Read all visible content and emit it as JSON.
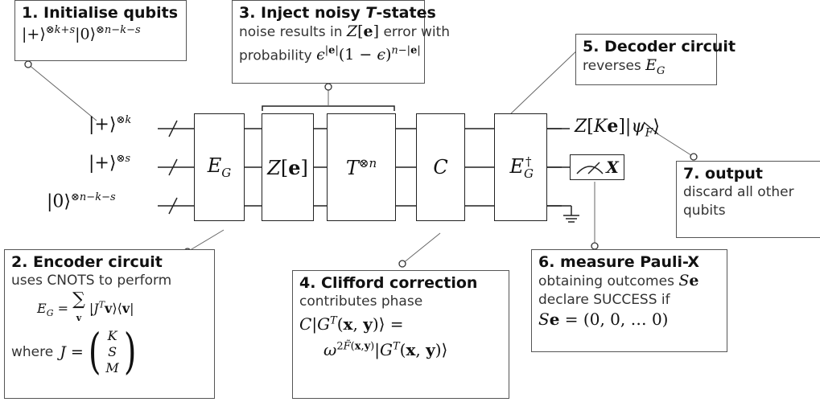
{
  "steps": {
    "s1": {
      "title": "1. Initialise qubits",
      "formula": "|+⟩⊗k+s|0⟩⊗n−k−s"
    },
    "s2": {
      "title": "2. Encoder circuit",
      "line1": "uses CNOTS to perform",
      "formula": "E_G = Σ_v |J^T v⟩⟨v|",
      "where": "where",
      "matrix": [
        "K",
        "S",
        "M"
      ]
    },
    "s3": {
      "title": "3. Inject noisy T-states",
      "line1": "noise results in",
      "line1b": "error with",
      "line2": "probability"
    },
    "s4": {
      "title": "4. Clifford correction",
      "line1": "contributes phase"
    },
    "s5": {
      "title": "5. Decoder circuit",
      "line1": "reverses"
    },
    "s6": {
      "title": "6. measure Pauli-X",
      "line1": "obtaining outcomes",
      "line2": "declare SUCCESS if"
    },
    "s7": {
      "title": "7. output",
      "line1": "discard all other",
      "line2": "qubits"
    }
  },
  "circuit": {
    "inputs": [
      "|+⟩⊗k",
      "|+⟩⊗s",
      "|0⟩⊗n−k−s"
    ],
    "gates": [
      "E_G",
      "Z[e]",
      "T⊗n",
      "C",
      "E_G†"
    ],
    "output_state": "Z[Ke]|ψ_F⟩",
    "measurement": "X"
  }
}
